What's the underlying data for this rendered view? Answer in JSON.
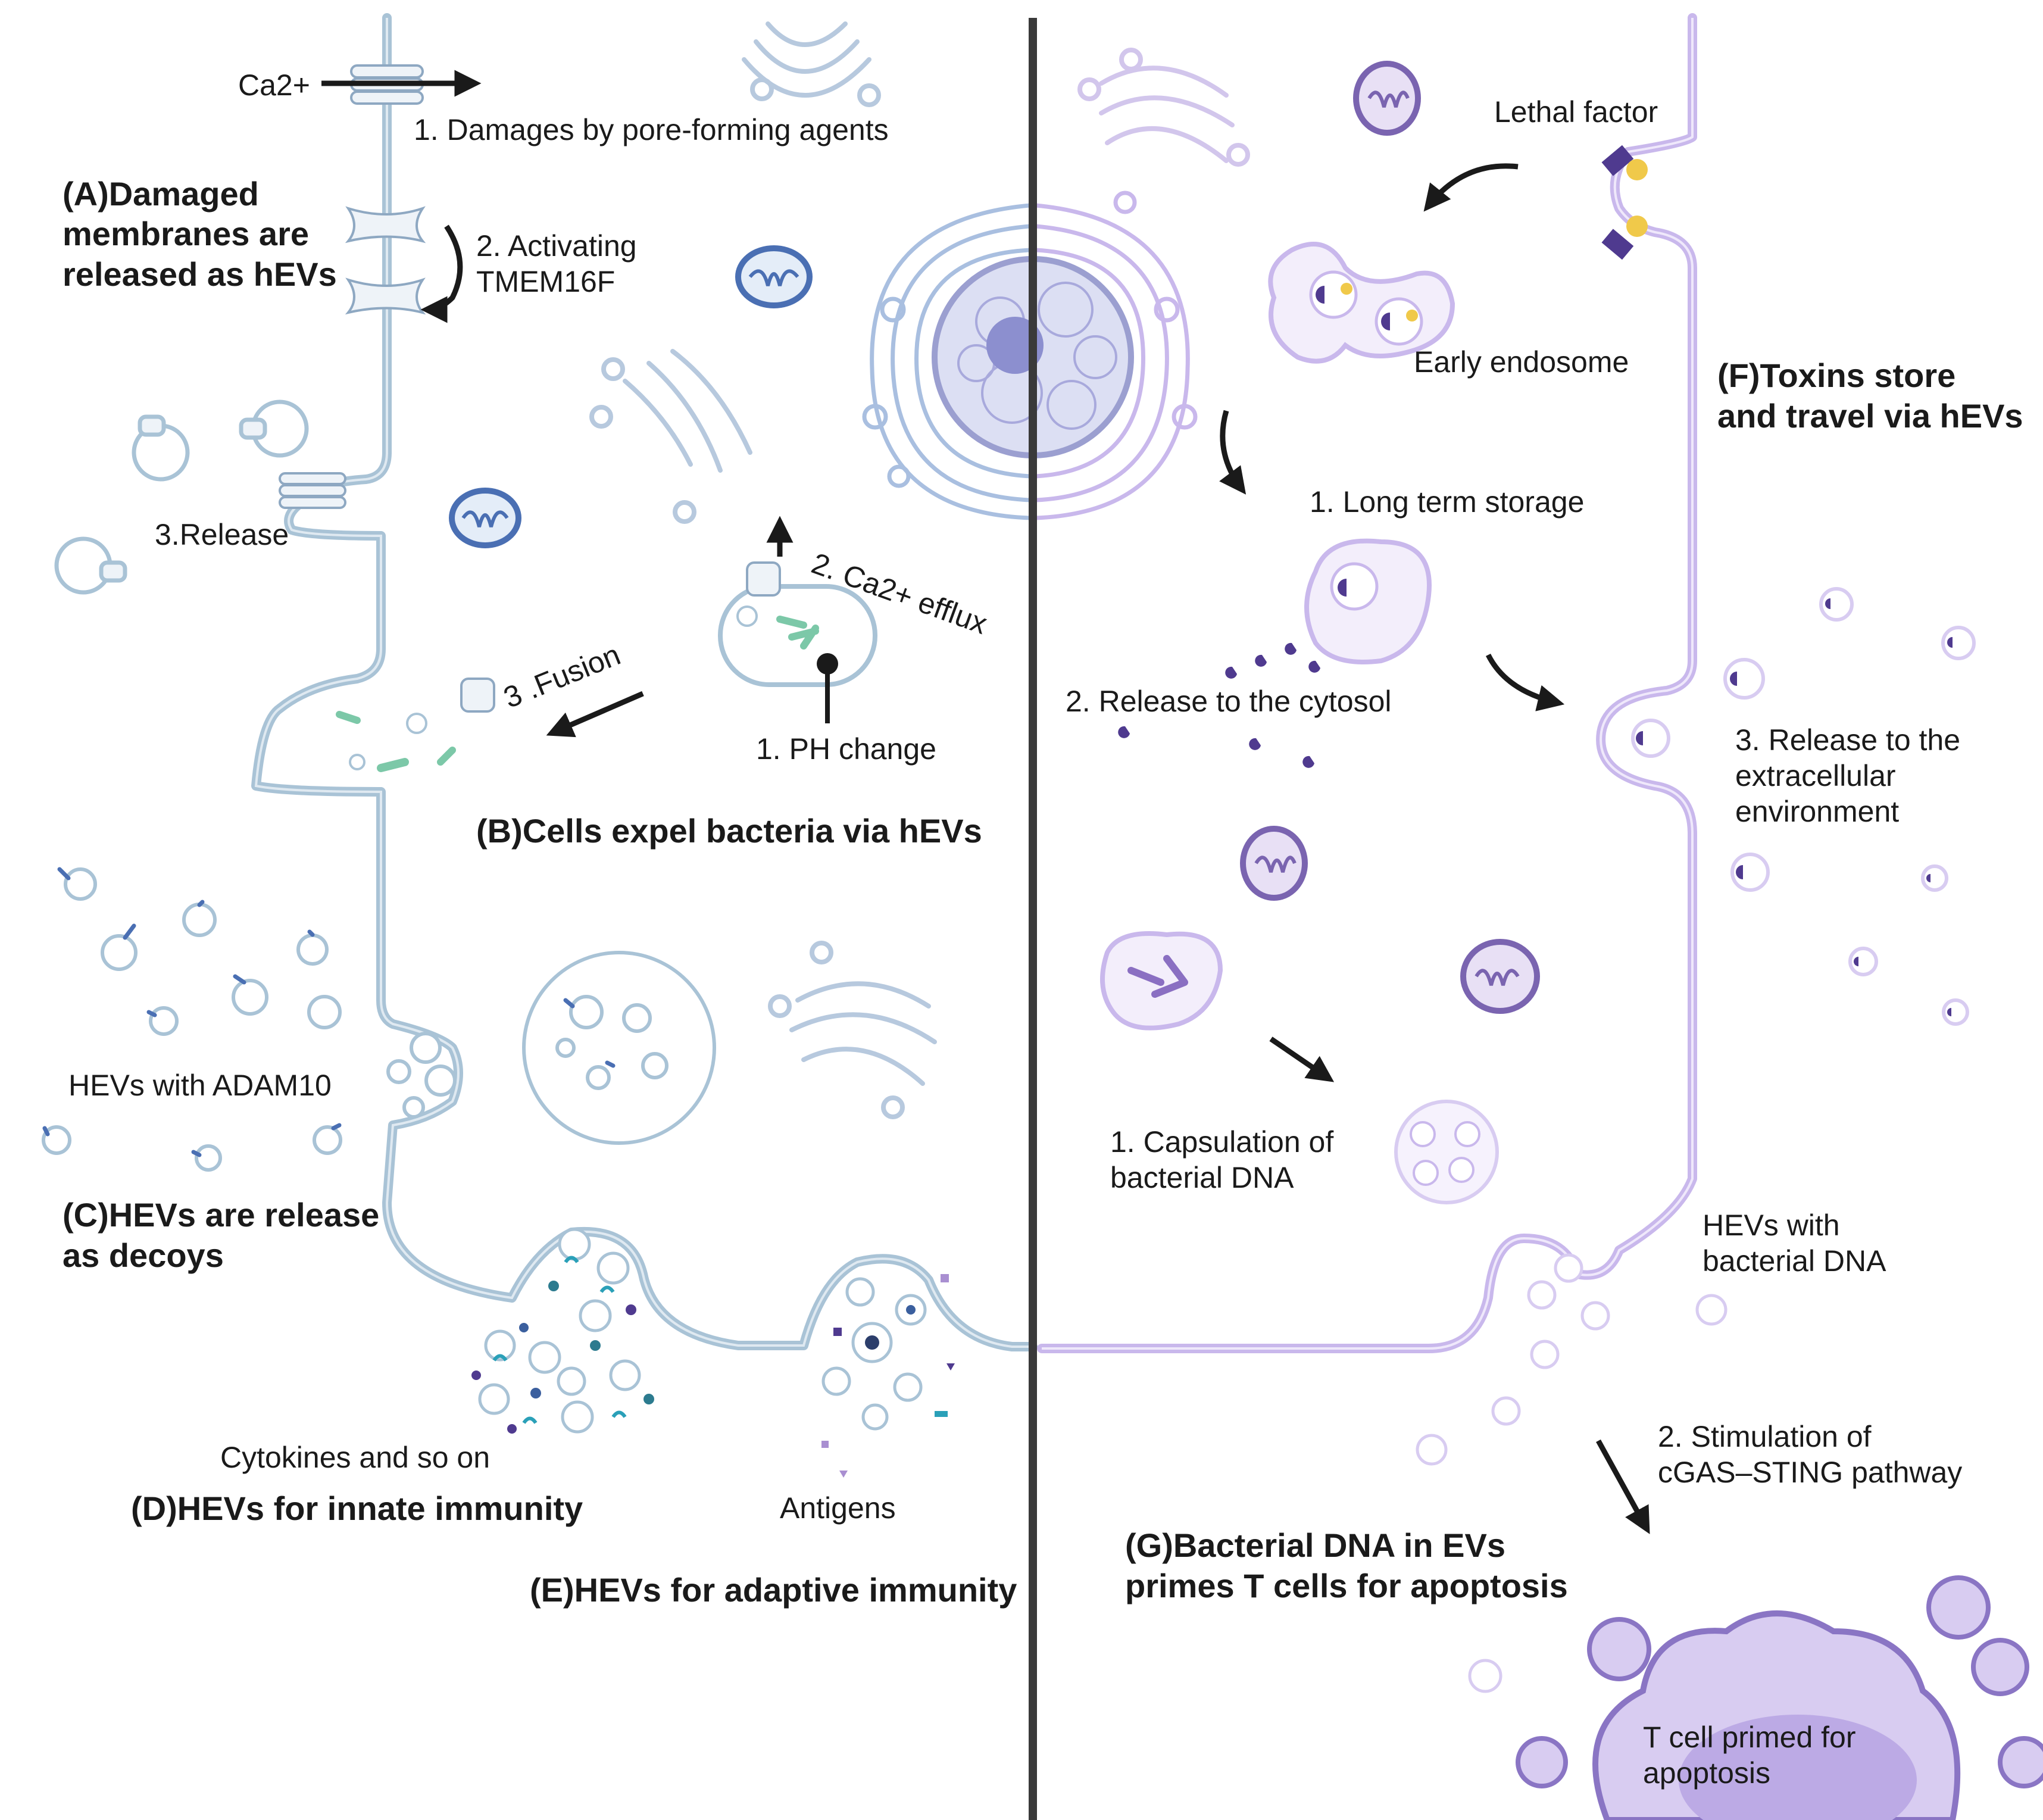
{
  "left_panel": {
    "section_a": {
      "title_line1": "(A)Damaged",
      "title_line2": "membranes are",
      "title_line3": "released as hEVs",
      "ion": "Ca2+",
      "step1": "1. Damages by pore-forming agents",
      "step2_line1": "2. Activating",
      "step2_line2": "TMEM16F",
      "step3": "3.Release"
    },
    "section_b": {
      "title": "(B)Cells expel bacteria via hEVs",
      "step1": "1. PH change",
      "step2": "2. Ca2+ efflux",
      "step3": "3 .Fusion"
    },
    "section_c": {
      "title_line1": "(C)HEVs are release",
      "title_line2": "as decoys",
      "label": "HEVs with ADAM10"
    },
    "section_d": {
      "title": "(D)HEVs for innate immunity",
      "label": "Cytokines and so on"
    },
    "section_e": {
      "title": "(E)HEVs for adaptive immunity",
      "label": "Antigens"
    }
  },
  "right_panel": {
    "section_f": {
      "title_line1": "(F)Toxins store",
      "title_line2": "and travel via hEVs",
      "lethal_factor": "Lethal factor",
      "early_endosome": "Early endosome",
      "step1": "1. Long term storage",
      "step2": "2. Release to the cytosol",
      "step3_line1": "3. Release to the",
      "step3_line2": "extracellular",
      "step3_line3": "environment"
    },
    "section_g": {
      "title_line1": "(G)Bacterial DNA in EVs",
      "title_line2": "primes T cells for apoptosis",
      "step1_line1": "1. Capsulation of",
      "step1_line2": "bacterial DNA",
      "hevs_line1": "HEVs with",
      "hevs_line2": "bacterial DNA",
      "step2_line1": "2. Stimulation of",
      "step2_line2": "cGAS–STING pathway",
      "tcell_line1": "T cell primed for",
      "tcell_line2": "apoptosis"
    }
  },
  "colors": {
    "left_membrane": "#a9c3d6",
    "right_membrane": "#c9b8ec",
    "mitochondria_blue": "#4a6fb3",
    "mitochondria_purple": "#7a64b0",
    "divider": "#3a3a3a",
    "arrow": "#1a1a1a",
    "bacteria_green": "#7cc8a8",
    "toxin_purple": "#4f3a8f",
    "toxin_yellow": "#f0c94a"
  }
}
